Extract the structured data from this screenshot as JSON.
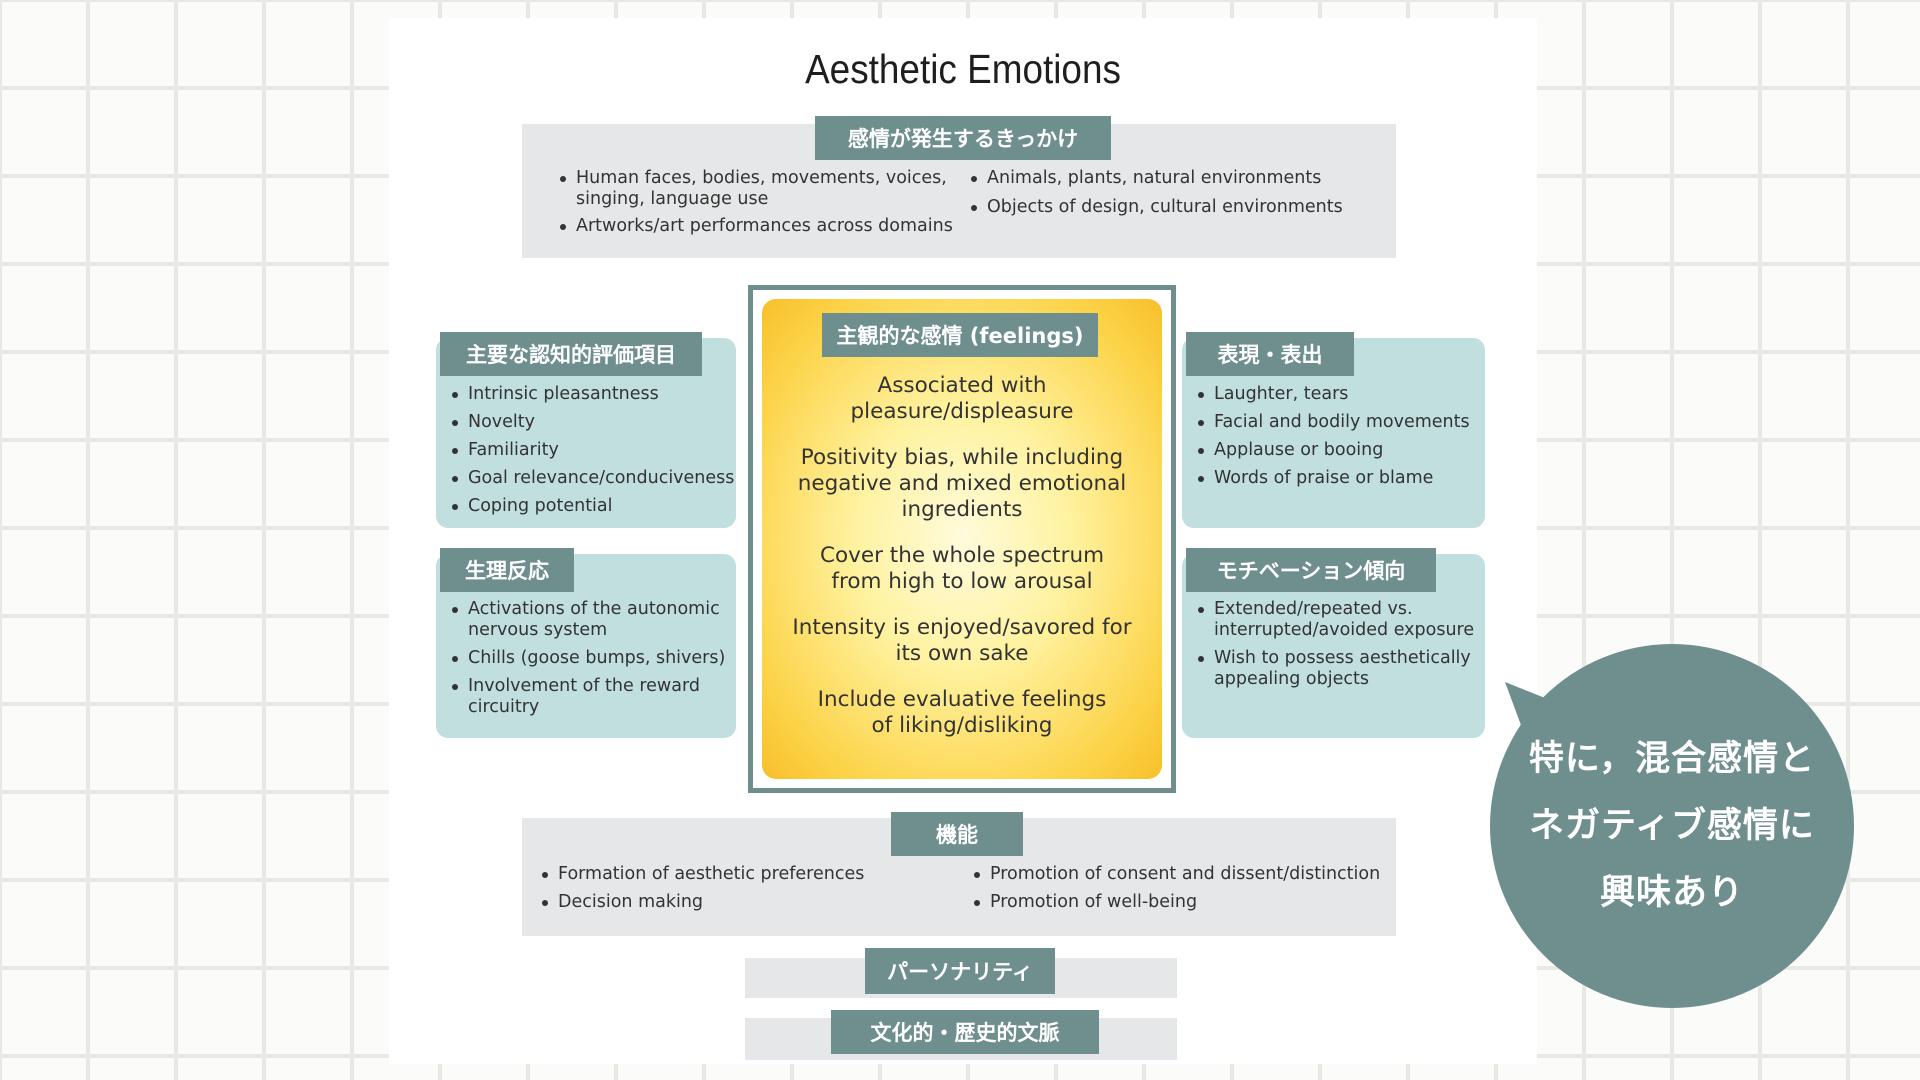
{
  "title": "Aesthetic Emotions",
  "triggers": {
    "tag": "感情が発生するきっかけ",
    "col1": [
      "Human faces, bodies, movements, voices, singing, language use",
      "Artworks/art performances across domains"
    ],
    "col2": [
      "Animals, plants, natural environments",
      "Objects of design, cultural environments"
    ]
  },
  "appraisal": {
    "tag": "主要な認知的評価項目",
    "items": [
      "Intrinsic pleasantness",
      "Novelty",
      "Familiarity",
      "Goal relevance/conduciveness",
      "Coping potential"
    ]
  },
  "physiology": {
    "tag": "生理反応",
    "items": [
      "Activations of the autonomic nervous system",
      "Chills (goose bumps, shivers)",
      "Involvement of the reward circuitry"
    ]
  },
  "feelings": {
    "tag": "主観的な感情 (feelings)",
    "items": [
      "Associated with pleasure/displeasure",
      "Positivity bias, while including negative and mixed emotional ingredients",
      "Cover the whole spectrum from high to low arousal",
      "Intensity is enjoyed/savored for its own sake",
      "Include evaluative feelings of liking/disliking"
    ]
  },
  "expression": {
    "tag": "表現・表出",
    "items": [
      "Laughter, tears",
      "Facial and bodily movements",
      "Applause or booing",
      "Words of praise or blame"
    ]
  },
  "motivation": {
    "tag": "モチベーション傾向",
    "items": [
      "Extended/repeated vs. interrupted/avoided exposure",
      "Wish to possess aesthetically appealing objects"
    ]
  },
  "functions": {
    "tag": "機能",
    "col1": [
      "Formation of aesthetic preferences",
      "Decision making"
    ],
    "col2": [
      "Promotion of consent and dissent/distinction",
      "Promotion of well-being"
    ]
  },
  "personality": {
    "tag": "パーソナリティ"
  },
  "context": {
    "tag": "文化的・歴史的文脈"
  },
  "bubble": {
    "lines": [
      "特に，混合感情と",
      "ネガティブ感情に",
      "興味あり"
    ]
  },
  "colors": {
    "accent": "#6f8e8e",
    "panel_blue": "#c1dfdf",
    "panel_gray": "#e6e7e8",
    "center_yellow": "#fcd348"
  }
}
